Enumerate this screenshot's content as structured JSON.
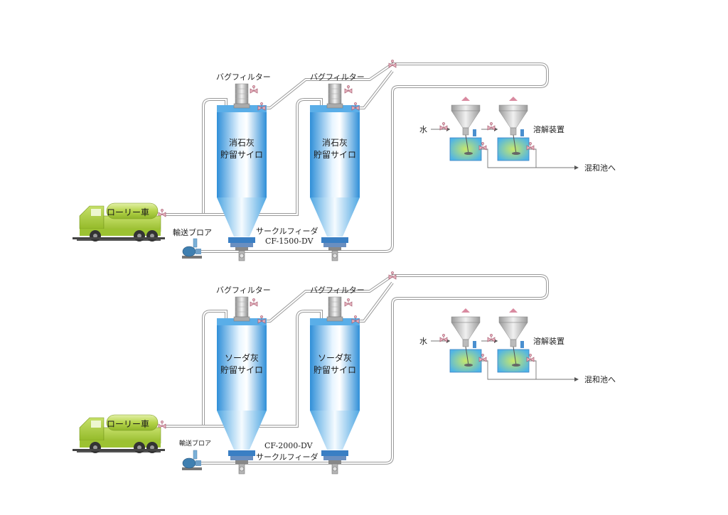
{
  "systems": [
    {
      "id": "top",
      "bag_filter_1": "バグフィルター",
      "bag_filter_2": "バグフィルター",
      "silo_1": [
        "消石灰",
        "貯留サイロ"
      ],
      "silo_2": [
        "消石灰",
        "貯留サイロ"
      ],
      "truck": "ローリー車",
      "blower": "輸送ブロア",
      "feeder_name": "サークルフィーダ",
      "feeder_model": "CF-1500-DV",
      "water": "水",
      "dissolver": "溶解装置",
      "outlet": "混和池へ"
    },
    {
      "id": "bottom",
      "bag_filter_1": "バグフィルター",
      "bag_filter_2": "バグフィルター",
      "silo_1": [
        "ソーダ灰",
        "貯留サイロ"
      ],
      "silo_2": [
        "ソーダ灰",
        "貯留サイロ"
      ],
      "truck": "ローリー車",
      "blower": "輸送ブロア",
      "feeder_name": "サークルフィーダ",
      "feeder_model": "CF-2000-DV",
      "water": "水",
      "dissolver": "溶解装置",
      "outlet": "混和池へ"
    }
  ],
  "colors": {
    "silo_blue": "#3b9be0",
    "truck_green": "#a8cc3c",
    "tank_blue": "#56b8e6",
    "pipe_gray": "#9a9a9a",
    "valve_pink": "#d98a9a"
  }
}
